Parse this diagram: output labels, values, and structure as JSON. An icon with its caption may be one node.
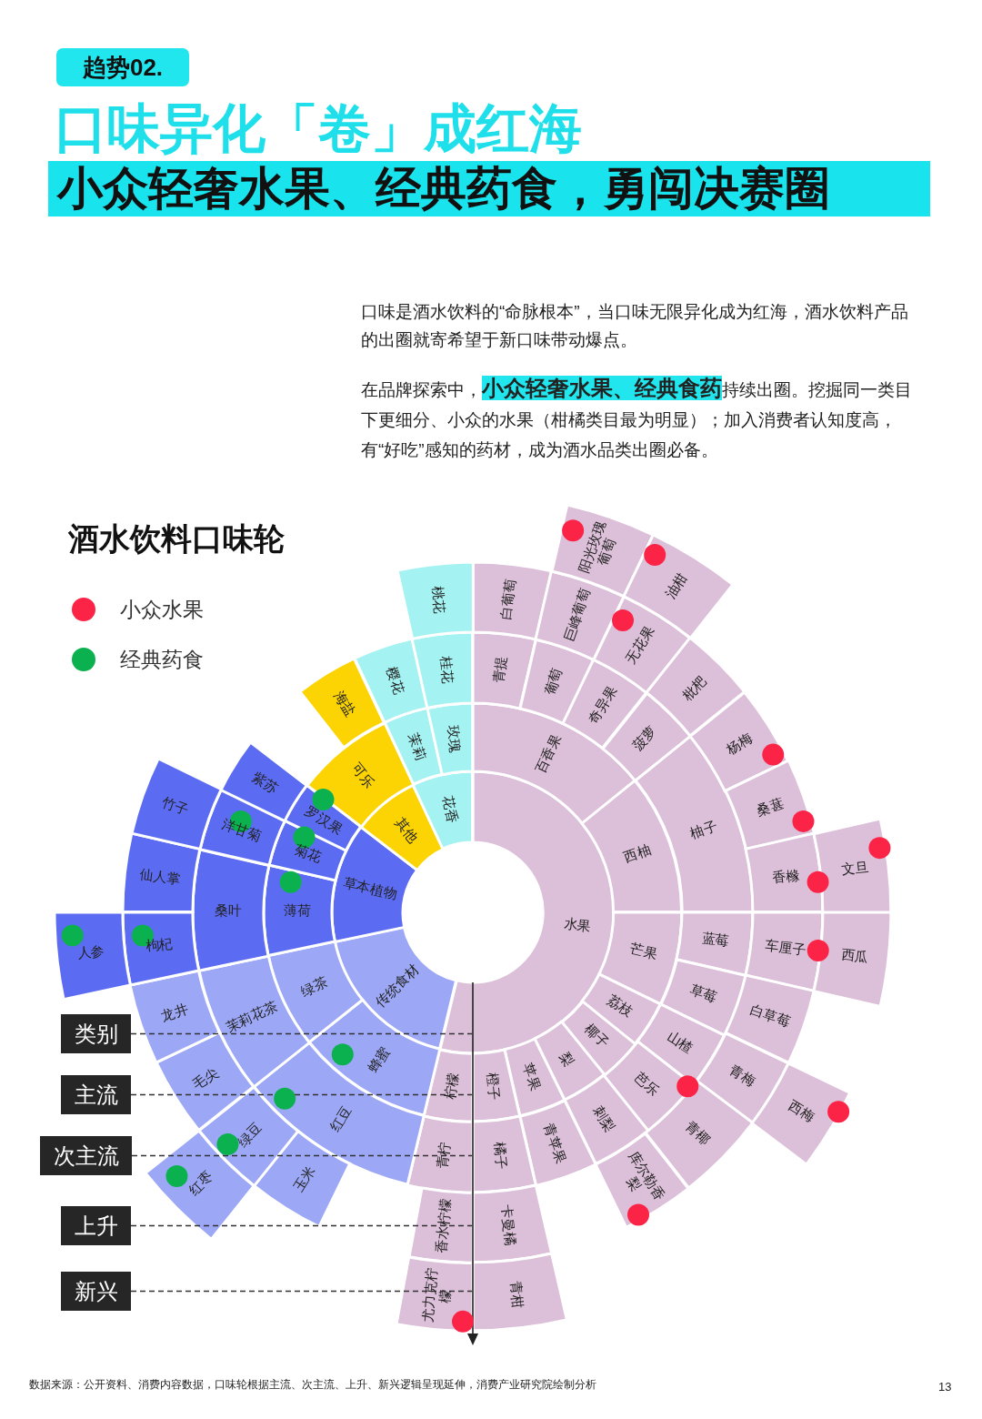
{
  "diagram": {
    "title": "口味异化「卷」成红海",
    "nodes": [
      {
        "text": [
          "水果"
        ]
      },
      {
        "text": [
          "传统食材"
        ]
      },
      {
        "text": [
          "草本植物"
        ]
      },
      {
        "text": [
          "其他"
        ]
      },
      {
        "text": [
          "花香"
        ]
      },
      {
        "text": [
          "百香果"
        ]
      },
      {
        "text": [
          "西柚"
        ]
      },
      {
        "text": [
          "芒果"
        ]
      },
      {
        "text": [
          "荔枝"
        ]
      },
      {
        "text": [
          "椰子"
        ]
      },
      {
        "text": [
          "梨"
        ]
      },
      {
        "text": [
          "苹果"
        ]
      },
      {
        "text": [
          "橙子"
        ]
      },
      {
        "text": [
          "柠檬"
        ]
      },
      {
        "text": [
          "蜂蜜"
        ]
      },
      {
        "text": [
          "绿茶"
        ]
      },
      {
        "text": [
          "薄荷"
        ]
      },
      {
        "text": [
          "菊花"
        ]
      },
      {
        "text": [
          "罗汉果"
        ]
      },
      {
        "text": [
          "可乐"
        ]
      },
      {
        "text": [
          "茉莉"
        ]
      },
      {
        "text": [
          "玫瑰"
        ]
      },
      {
        "text": [
          "青提"
        ]
      },
      {
        "text": [
          "葡萄"
        ]
      },
      {
        "text": [
          "奇异果"
        ]
      },
      {
        "text": [
          "菠萝"
        ]
      },
      {
        "text": [
          "柚子"
        ]
      },
      {
        "text": [
          "蓝莓"
        ]
      },
      {
        "text": [
          "草莓"
        ]
      },
      {
        "text": [
          "山楂"
        ]
      },
      {
        "text": [
          "芭乐"
        ]
      },
      {
        "text": [
          "刺梨"
        ]
      },
      {
        "text": [
          "青苹果"
        ]
      },
      {
        "text": [
          "橘子"
        ]
      },
      {
        "text": [
          "青柠"
        ]
      },
      {
        "text": [
          "红豆"
        ]
      },
      {
        "text": [
          "茉莉花茶"
        ]
      },
      {
        "text": [
          "桑叶"
        ]
      },
      {
        "text": [
          "洋甘菊"
        ]
      },
      {
        "text": [
          "紫苏"
        ]
      },
      {
        "text": [
          "海盐"
        ]
      },
      {
        "text": [
          "樱花"
        ]
      },
      {
        "text": [
          "桂花"
        ]
      },
      {
        "text": [
          "白葡萄"
        ]
      },
      {
        "text": [
          "巨峰葡萄"
        ]
      },
      {
        "text": [
          "无花果"
        ]
      },
      {
        "text": [
          "枇杷"
        ]
      },
      {
        "text": [
          "杨梅"
        ]
      },
      {
        "text": [
          "桑葚"
        ]
      },
      {
        "text": [
          "香橼"
        ]
      },
      {
        "text": [
          "车厘子"
        ]
      },
      {
        "text": [
          "白草莓"
        ]
      },
      {
        "text": [
          "青梅"
        ]
      },
      {
        "text": [
          "青椰"
        ]
      },
      {
        "text": [
          "库尔勒香梨"
        ]
      },
      {
        "text": [
          "卡曼橘"
        ]
      },
      {
        "text": [
          "香水柠檬"
        ]
      },
      {
        "text": [
          "玉米"
        ]
      },
      {
        "text": [
          "绿豆"
        ]
      },
      {
        "text": [
          "毛尖"
        ]
      },
      {
        "text": [
          "龙井"
        ]
      },
      {
        "text": [
          "枸杞"
        ]
      },
      {
        "text": [
          "仙人掌"
        ]
      },
      {
        "text": [
          "竹子"
        ]
      },
      {
        "text": [
          "桃花"
        ]
      },
      {
        "text": [
          "阳光玫瑰葡萄"
        ]
      },
      {
        "text": [
          "油柑"
        ]
      },
      {
        "text": [
          "文旦"
        ]
      },
      {
        "text": [
          "西瓜"
        ]
      },
      {
        "text": [
          "西梅"
        ]
      },
      {
        "text": [
          "青柑"
        ]
      },
      {
        "text": [
          "尤力克柠檬"
        ]
      },
      {
        "text": [
          "红枣"
        ]
      },
      {
        "text": [
          "人参"
        ]
      },
      {
        "text": [
          "类别"
        ]
      },
      {
        "text": [
          "主流"
        ]
      },
      {
        "text": [
          "次主流"
        ]
      },
      {
        "text": [
          "上升"
        ]
      },
      {
        "text": [
          "新兴"
        ]
      },
      {
        "text": [],
        "shape": "arrow"
      }
    ],
    "edges": [
      {
        "from": 74,
        "to": 79,
        "arrow": "none",
        "style": "dashed"
      },
      {
        "from": 75,
        "to": 79,
        "arrow": "none",
        "style": "dashed"
      },
      {
        "from": 76,
        "to": 79,
        "arrow": "none",
        "style": "dashed"
      },
      {
        "from": 77,
        "to": 79,
        "arrow": "none",
        "style": "dashed"
      },
      {
        "from": 78,
        "to": 79,
        "arrow": "none",
        "style": "dashed"
      }
    ],
    "labels": [
      "趋势02.",
      "小众轻奢水果、经典药食，勇闯决赛圈",
      "口味是酒水饮料的“命脉根本”，当口味无限异化成为红海，酒水饮料产品的出圈就寄希望于新口味带动爆点。",
      "在品牌探索中，**小众轻奢水果、经典食药**持续出圈。挖掘同一类目下更细分、小众的水果（柑橘类目最为明显）；加入消费者认知度高，有“好吃”感知的药材，成为酒水品类出圈必备。",
      "酒水饮料口味轮",
      "数据来源：公开资料、消费内容数据，口味轮根据主流、次主流、上升、新兴逻辑呈现延伸，消费产业研究院绘制分析",
      "13"
    ],
    "legend": [
      {
        "text": "小众水果",
        "color": "#fb2447"
      },
      {
        "text": "经典药食",
        "color": "#0bb14f"
      }
    ]
  }
}
